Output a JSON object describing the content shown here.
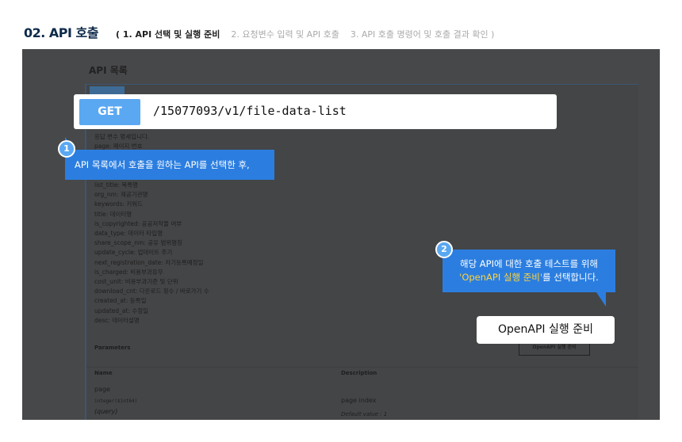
{
  "header": {
    "title": "02. API 호출",
    "steps": [
      "( 1. API 선택 및 실행 준비",
      "2. 요청변수 입력 및 API 호출",
      "3. API 호출 명령어 및 호출 결과 확인 )"
    ]
  },
  "panel": {
    "title": "API 목록",
    "response_lines": [
      "응답 변수 명세입니다.",
      "page: 페이지 번호",
      "",
      "",
      "",
      "list_title: 목록명",
      "org_nm: 제공기관명",
      "keywords: 키워드",
      "title: 데이터명",
      "is_copyrighted: 공공저작물 여부",
      "data_type: 데이터 타입명",
      "share_scope_nm: 공유 범위명칭",
      "update_cycle: 업데이트 주기",
      "next_registration_date: 차기등록예정일",
      "is_charged: 비용부과유무",
      "cost_unit: 비용부과기준 및 단위",
      "download_cnt: 다운로드 횟수 / 바로가기 수",
      "created_at: 등록일",
      "updated_at: 수정일",
      "desc: 데이터설명"
    ],
    "parameters_label": "Parameters",
    "run_button_small": "OpenAPI 실행 준비",
    "col_name": "Name",
    "col_description": "Description",
    "param": {
      "name": "page",
      "type": "integer($int64)",
      "in": "(query)",
      "description": "page index",
      "default": "Default value : 1"
    }
  },
  "api": {
    "method": "GET",
    "path": "/15077093/v1/file-data-list"
  },
  "callout1": {
    "number": "1",
    "text": "API 목록에서 호출을 원하는 API를 선택한 후,"
  },
  "callout2": {
    "number": "2",
    "line1": "해당 API에 대한 호출 테스트를 위해",
    "highlight": "'OpenAPI 실행 준비'",
    "line2_rest": "를 선택합니다."
  },
  "run_button": "OpenAPI 실행 준비"
}
